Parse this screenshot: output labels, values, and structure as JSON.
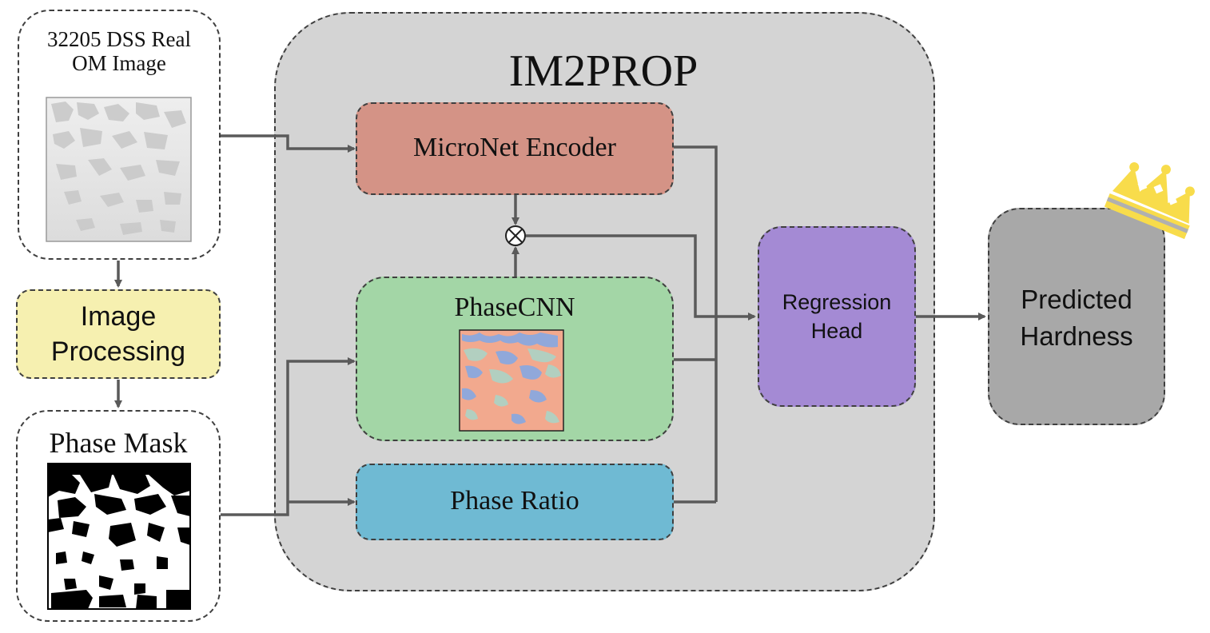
{
  "input": {
    "title_line1": "32205 DSS Real",
    "title_line2": "OM Image"
  },
  "processing": {
    "line1": "Image",
    "line2": "Processing"
  },
  "mask": {
    "title": "Phase Mask"
  },
  "im2prop": {
    "title": "IM2PROP"
  },
  "encoder": {
    "label": "MicroNet Encoder"
  },
  "phasecnn": {
    "label": "PhaseCNN"
  },
  "phase_ratio": {
    "label": "Phase Ratio"
  },
  "multiply": {
    "symbol": "⊗"
  },
  "regression": {
    "line1": "Regression",
    "line2": "Head"
  },
  "output": {
    "line1": "Predicted",
    "line2": "Hardness"
  },
  "colors": {
    "im2prop_bg": "#d4d4d4",
    "processing_bg": "#f6f0b0",
    "encoder_bg": "#d49386",
    "phasecnn_bg": "#a3d6a6",
    "phase_ratio_bg": "#6fbad3",
    "regression_bg": "#a48ad4",
    "output_bg": "#a8a8a8",
    "crown": "#f8dc4b",
    "arrow": "#5a5a5a"
  }
}
